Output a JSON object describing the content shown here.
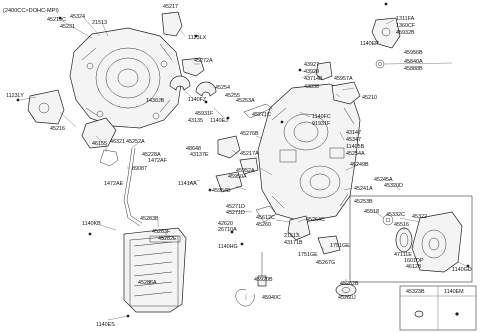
{
  "header": {
    "title": "(2400CC>DOHC-MPI)"
  },
  "labels": [
    {
      "id": "l45219c",
      "text": "45219C"
    },
    {
      "id": "l45324",
      "text": "45324"
    },
    {
      "id": "l45231",
      "text": "45231"
    },
    {
      "id": "l21513a",
      "text": "21513"
    },
    {
      "id": "l45217",
      "text": "45217"
    },
    {
      "id": "l1123lx",
      "text": "1123LX"
    },
    {
      "id": "l45272a",
      "text": "45272A"
    },
    {
      "id": "l1311fa",
      "text": "1311FA"
    },
    {
      "id": "l1360cf",
      "text": "1360CF"
    },
    {
      "id": "l45932b",
      "text": "45932B"
    },
    {
      "id": "l1140ep",
      "text": "1140EP"
    },
    {
      "id": "l45956b",
      "text": "45956B"
    },
    {
      "id": "l45840a",
      "text": "45840A"
    },
    {
      "id": "l45888b",
      "text": "45888B"
    },
    {
      "id": "l1123ly",
      "text": "1123LY"
    },
    {
      "id": "l1430jb",
      "text": "1430JB"
    },
    {
      "id": "l1140fz",
      "text": "1140FZ"
    },
    {
      "id": "l43135",
      "text": "43135"
    },
    {
      "id": "l45216",
      "text": "45216"
    },
    {
      "id": "l46321",
      "text": "46321"
    },
    {
      "id": "l46155",
      "text": "46155"
    },
    {
      "id": "l45254",
      "text": "45254"
    },
    {
      "id": "l45255",
      "text": "45255"
    },
    {
      "id": "l45253a",
      "text": "45253A"
    },
    {
      "id": "l43927",
      "text": "43927"
    },
    {
      "id": "l43929",
      "text": "43929"
    },
    {
      "id": "l45957a",
      "text": "45957A"
    },
    {
      "id": "l43714b",
      "text": "43714B"
    },
    {
      "id": "l43838",
      "text": "43838"
    },
    {
      "id": "l45210",
      "text": "45210"
    },
    {
      "id": "l45931f",
      "text": "45931F"
    },
    {
      "id": "l1140ej",
      "text": "1140EJ"
    },
    {
      "id": "l45271c",
      "text": "45271C"
    },
    {
      "id": "l1140fc",
      "text": "1140FC"
    },
    {
      "id": "l91931f",
      "text": "91931F"
    },
    {
      "id": "l43147",
      "text": "43147"
    },
    {
      "id": "l45347",
      "text": "45347"
    },
    {
      "id": "l11405b",
      "text": "11405B"
    },
    {
      "id": "l45254a",
      "text": "45254A"
    },
    {
      "id": "l45276b",
      "text": "45276B"
    },
    {
      "id": "l45252a",
      "text": "45252A"
    },
    {
      "id": "l45228a",
      "text": "45228A"
    },
    {
      "id": "l1472af",
      "text": "1472AF"
    },
    {
      "id": "l89087",
      "text": "89087"
    },
    {
      "id": "l1472ae",
      "text": "1472AE"
    },
    {
      "id": "l48648",
      "text": "48648"
    },
    {
      "id": "l43137e",
      "text": "43137E"
    },
    {
      "id": "l45217a",
      "text": "45217A"
    },
    {
      "id": "l45249b",
      "text": "45249B"
    },
    {
      "id": "l45952a",
      "text": "45952A"
    },
    {
      "id": "l45950a",
      "text": "45950A"
    },
    {
      "id": "l1141aa",
      "text": "1141AA"
    },
    {
      "id": "l45954b",
      "text": "45954B"
    },
    {
      "id": "l45245a",
      "text": "45245A"
    },
    {
      "id": "l45320d",
      "text": "45320D"
    },
    {
      "id": "l45241a",
      "text": "45241A"
    },
    {
      "id": "l1140kb",
      "text": "1140KB"
    },
    {
      "id": "l45283b",
      "text": "45283B"
    },
    {
      "id": "l45283f",
      "text": "45283F"
    },
    {
      "id": "l45282e",
      "text": "45282E"
    },
    {
      "id": "l45271d",
      "text": "45271D"
    },
    {
      "id": "l45271d2",
      "text": "45271D"
    },
    {
      "id": "l42620",
      "text": "42620"
    },
    {
      "id": "l26710a",
      "text": "26710A"
    },
    {
      "id": "l1140hg",
      "text": "1140HG"
    },
    {
      "id": "l45612c",
      "text": "45612C"
    },
    {
      "id": "l45260",
      "text": "45260"
    },
    {
      "id": "l45264c",
      "text": "45264C"
    },
    {
      "id": "l21513b",
      "text": "21513"
    },
    {
      "id": "l43171b",
      "text": "43171B"
    },
    {
      "id": "l1751ge",
      "text": "1751GE"
    },
    {
      "id": "l1751ge2",
      "text": "1751GE"
    },
    {
      "id": "l45267g",
      "text": "45267G"
    },
    {
      "id": "l45253b",
      "text": "45253B"
    },
    {
      "id": "l45518",
      "text": "45518"
    },
    {
      "id": "l45332c",
      "text": "45332C"
    },
    {
      "id": "l45322",
      "text": "45322"
    },
    {
      "id": "l45516",
      "text": "45516"
    },
    {
      "id": "l47111e",
      "text": "47111E"
    },
    {
      "id": "l1601dp",
      "text": "1601DP"
    },
    {
      "id": "l46128",
      "text": "46128"
    },
    {
      "id": "l1140gd",
      "text": "1140GD"
    },
    {
      "id": "l45286a",
      "text": "45286A"
    },
    {
      "id": "l45920b",
      "text": "45920B"
    },
    {
      "id": "l45940c",
      "text": "45940C"
    },
    {
      "id": "l45262b",
      "text": "45262B"
    },
    {
      "id": "l45260j",
      "text": "45260J"
    },
    {
      "id": "l1140es",
      "text": "1140ES"
    }
  ],
  "legend": {
    "col1": "45323B",
    "col2": "1140EM"
  }
}
